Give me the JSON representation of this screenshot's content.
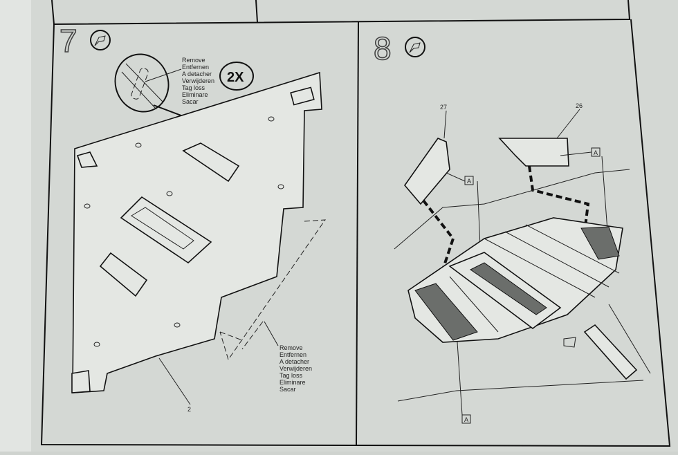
{
  "document": {
    "type": "model kit assembly instructions",
    "step7": {
      "number": "7",
      "glue_icon": "glue-tube-icon",
      "quantity_badge": "2X",
      "remove_labels": [
        "Remove",
        "Entfernen",
        "A detacher",
        "Verwijderen",
        "Tag loss",
        "Eliminare",
        "Sacar"
      ],
      "part_number": "2",
      "remove_labels_bottom": [
        "Remove",
        "Entfernen",
        "A detacher",
        "Verwijderen",
        "Tag loss",
        "Eliminare",
        "Sacar"
      ]
    },
    "step8": {
      "number": "8",
      "glue_icon": "glue-tube-icon",
      "part_left": "27",
      "part_right": "26",
      "ref_flag": "A"
    }
  }
}
